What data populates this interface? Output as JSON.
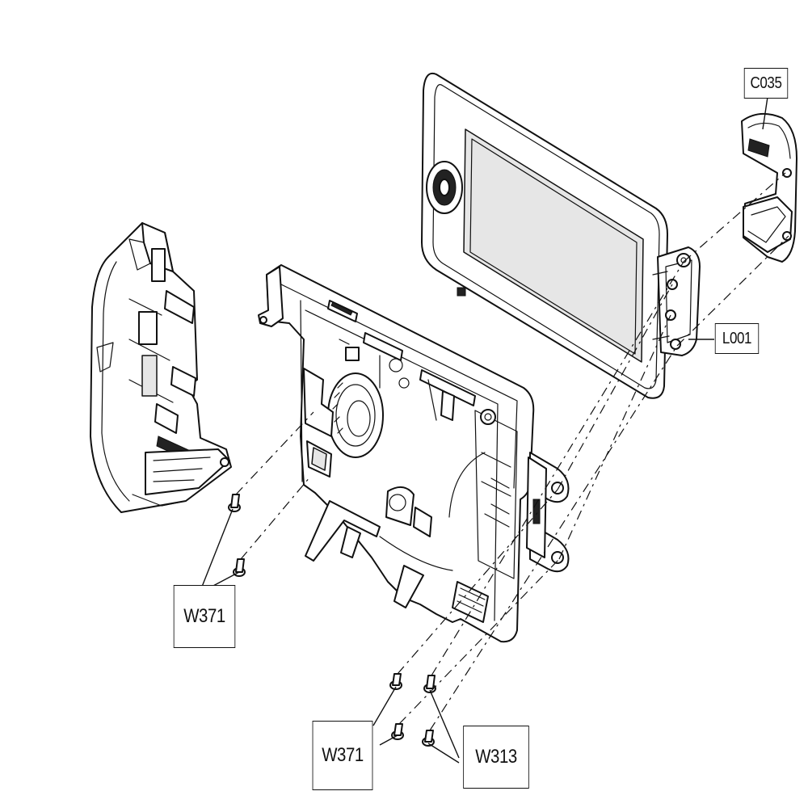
{
  "labels": {
    "c035": "C035",
    "l001": "L001",
    "w371_left": "W371",
    "w371_bottom": "W371",
    "w313": "W313"
  }
}
